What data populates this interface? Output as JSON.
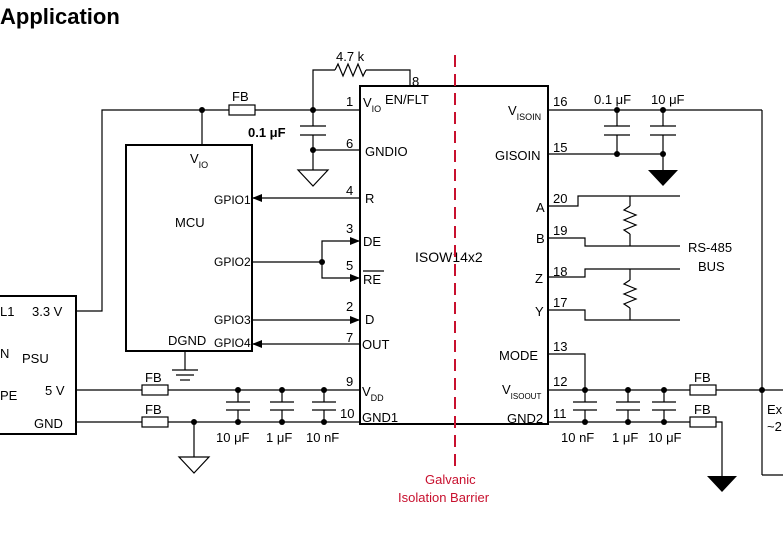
{
  "title": "Application",
  "main_ic": {
    "name": "ISOW14x2",
    "left_pins": [
      {
        "num": "1",
        "label": "V",
        "sub": "IO"
      },
      {
        "num": "6",
        "label": "GNDIO",
        "sub": ""
      },
      {
        "num": "4",
        "label": "R",
        "sub": ""
      },
      {
        "num": "3",
        "label": "DE",
        "sub": ""
      },
      {
        "num": "5",
        "label": "RE",
        "sub": ""
      },
      {
        "num": "2",
        "label": "D",
        "sub": ""
      },
      {
        "num": "7",
        "label": "OUT",
        "sub": ""
      },
      {
        "num": "9",
        "label": "V",
        "sub": "DD"
      },
      {
        "num": "10",
        "label": "GND1",
        "sub": ""
      }
    ],
    "top_pin": {
      "num": "8",
      "label": "EN/FLT"
    },
    "right_pins": [
      {
        "num": "16",
        "label": "V",
        "sub": "ISOIN"
      },
      {
        "num": "15",
        "label": "GISOIN",
        "sub": ""
      },
      {
        "num": "20",
        "label": "A",
        "sub": ""
      },
      {
        "num": "19",
        "label": "B",
        "sub": ""
      },
      {
        "num": "18",
        "label": "Z",
        "sub": ""
      },
      {
        "num": "17",
        "label": "Y",
        "sub": ""
      },
      {
        "num": "13",
        "label": "MODE",
        "sub": ""
      },
      {
        "num": "12",
        "label": "V",
        "sub": "ISOOUT"
      },
      {
        "num": "11",
        "label": "GND2",
        "sub": ""
      }
    ]
  },
  "mcu": {
    "name": "MCU",
    "vio": "V",
    "vio_sub": "IO",
    "gpio": [
      "GPIO1",
      "GPIO2",
      "GPIO3",
      "GPIO4"
    ],
    "dgnd": "DGND"
  },
  "psu": {
    "name": "PSU",
    "out_33": "3.3 V",
    "out_5": "5 V",
    "gnd": "GND",
    "partial_1": "L1",
    "partial_2": "N",
    "partial_3": "PE"
  },
  "components": {
    "r_pullup": "4.7 k",
    "c_vio": "0.1 μF",
    "c_visoin_1": "0.1 μF",
    "c_visoin_2": "10 μF",
    "fb": "FB",
    "vdd_caps": [
      "10 μF",
      "1 μF",
      "10 nF"
    ],
    "visoout_caps": [
      "10 nF",
      "1 μF",
      "10 μF"
    ]
  },
  "bus": {
    "label_1": "RS-485",
    "label_2": "BUS"
  },
  "barrier": {
    "line_1": "Galvanic",
    "line_2": "Isolation Barrier"
  },
  "ext_partial": {
    "line_1": "Ex",
    "line_2": "~2"
  }
}
